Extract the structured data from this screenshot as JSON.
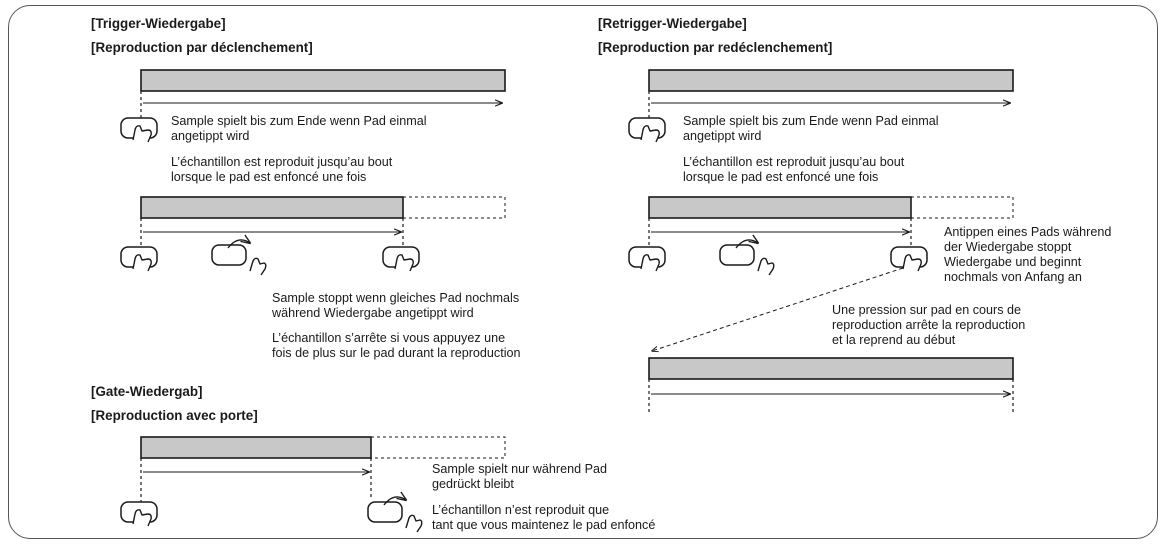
{
  "sections": {
    "trigger": {
      "title_de": "[Trigger-Wiedergabe]",
      "title_fr": "[Reproduction par déclenchement]",
      "case1": {
        "de": [
          "Sample spielt bis zum Ende wenn Pad einmal",
          "angetippt wird"
        ],
        "fr": [
          "L’échantillon est reproduit jusqu’au bout",
          "lorsque le pad est enfoncé une fois"
        ]
      },
      "case2": {
        "de": [
          "Sample stoppt wenn gleiches Pad nochmals",
          "während Wiedergabe angetippt wird"
        ],
        "fr": [
          "L’échantillon s’arrête si vous appuyez une",
          "fois de plus sur le pad durant la reproduction"
        ]
      }
    },
    "retrigger": {
      "title_de": "[Retrigger-Wiedergabe]",
      "title_fr": "[Reproduction par redéclenchement]",
      "case1": {
        "de": [
          "Sample spielt bis zum Ende wenn Pad einmal",
          "angetippt wird"
        ],
        "fr": [
          "L’échantillon est reproduit jusqu’au bout",
          "lorsque le pad est enfoncé une fois"
        ]
      },
      "case2": {
        "de": [
          "Antippen eines Pads während",
          "der Wiedergabe stoppt",
          "Wiedergabe und beginnt",
          "nochmals von Anfang an"
        ],
        "fr": [
          "Une pression sur pad en cours de",
          "reproduction arrête la reproduction",
          "et la reprend au début"
        ]
      }
    },
    "gate": {
      "title_de": "[Gate-Wiedergab]",
      "title_fr": "[Reproduction avec porte]",
      "case1": {
        "de": [
          "Sample spielt nur während Pad",
          "gedrückt bleibt"
        ],
        "fr": [
          "L’échantillon n’est reproduit que",
          "tant que vous maintenez le pad enfoncé"
        ]
      }
    }
  },
  "colors": {
    "bar_fill": "#c8c8c8",
    "stroke": "#1a1a1a",
    "frame": "#555555"
  },
  "icons": [
    "pad-press-icon",
    "pad-release-icon",
    "playback-arrow"
  ]
}
